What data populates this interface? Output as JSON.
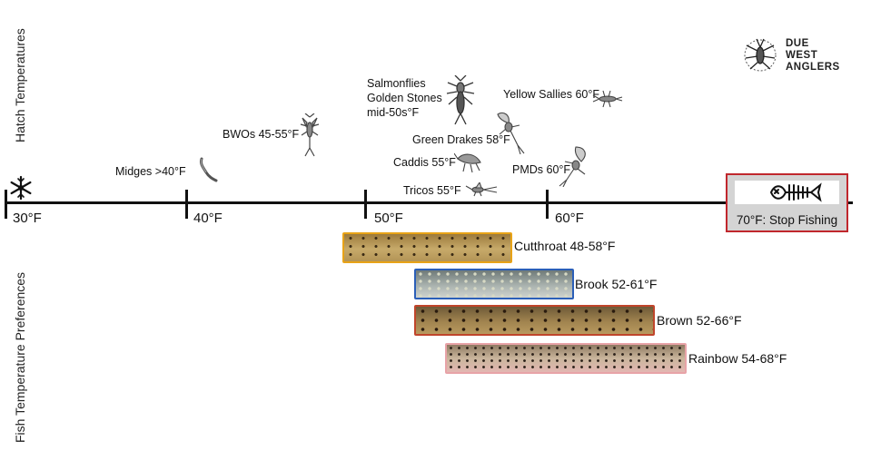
{
  "vertical_labels": {
    "hatch": "Hatch Temperatures",
    "fish": "Fish Temperature Preferences"
  },
  "axis": {
    "ticks": [
      "30°F",
      "40°F",
      "50°F",
      "60°F"
    ]
  },
  "hatches": {
    "midges": "Midges >40°F",
    "bwos": "BWOs 45-55°F",
    "salmonflies_line1": "Salmonflies",
    "salmonflies_line2": "Golden Stones",
    "salmonflies_line3": "mid-50s°F",
    "yellow_sallies": "Yellow Sallies 60°F",
    "green_drakes": "Green Drakes 58°F",
    "caddis": "Caddis 55°F",
    "pmds": "PMDs 60°F",
    "tricos": "Tricos 55°F"
  },
  "fish": {
    "cutthroat": "Cutthroat 48-58°F",
    "brook": "Brook 52-61°F",
    "brown": "Brown 52-66°F",
    "rainbow": "Rainbow 54-68°F"
  },
  "fish_ranges_f": {
    "cutthroat": [
      48,
      58
    ],
    "brook": [
      52,
      61
    ],
    "brown": [
      52,
      66
    ],
    "rainbow": [
      54,
      68
    ]
  },
  "stop": {
    "label": "70°F: Stop Fishing"
  },
  "logo": {
    "line1": "DUE",
    "line2": "WEST",
    "line3": "ANGLERS"
  },
  "colors": {
    "cutthroat_border": "#e8a317",
    "brook_border": "#2b5fb8",
    "brown_border": "#c0452b",
    "rainbow_border": "#e8a3a8",
    "stop_border": "#c0272d"
  },
  "icons": [
    "snowflake-icon",
    "midge-icon",
    "bwo-icon",
    "stonefly-icon",
    "yellow-sally-icon",
    "green-drake-icon",
    "caddis-icon",
    "pmd-icon",
    "trico-icon",
    "fish-skeleton-icon",
    "logo-bug-icon"
  ]
}
